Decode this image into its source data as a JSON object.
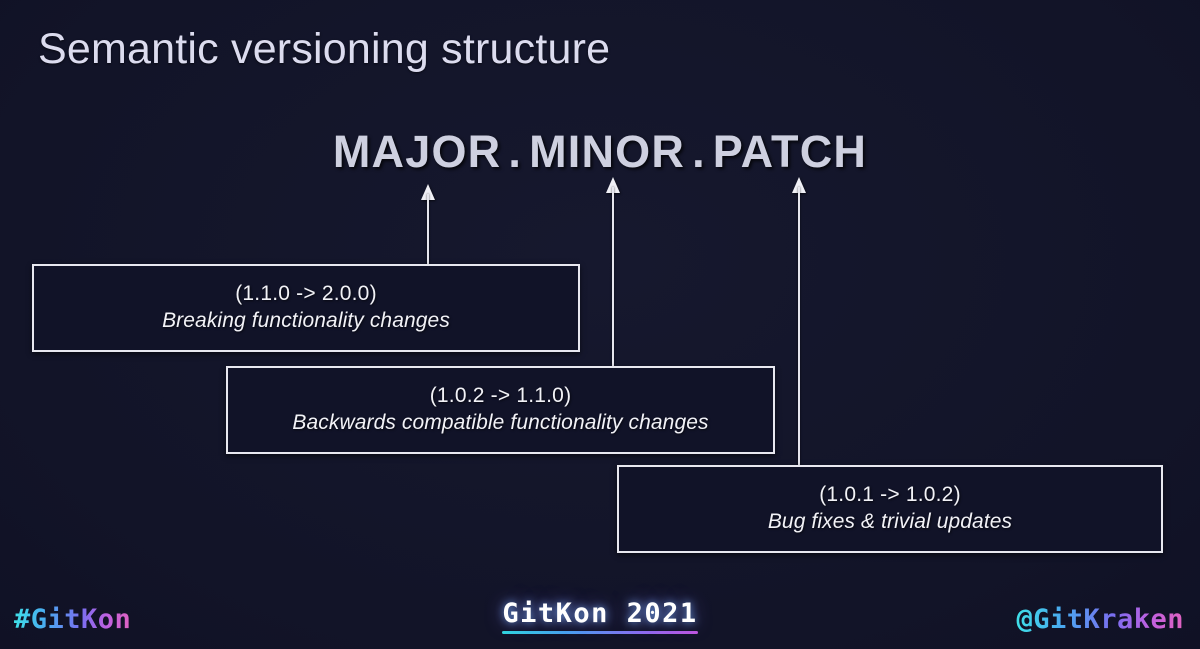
{
  "slide": {
    "background_color": "#13152a",
    "title": "Semantic versioning structure"
  },
  "headline": {
    "major": "MAJOR",
    "dot1": ".",
    "minor": "MINOR",
    "dot2": ".",
    "patch": "PATCH",
    "color": "#ced0e0"
  },
  "callouts": [
    {
      "id": "major",
      "version": "(1.1.0 -> 2.0.0)",
      "description": "Breaking functionality changes"
    },
    {
      "id": "minor",
      "version": "(1.0.2 -> 1.1.0)",
      "description": "Backwards compatible functionality changes"
    },
    {
      "id": "patch",
      "version": "(1.0.1 -> 1.0.2)",
      "description": "Bug fixes & trivial updates"
    }
  ],
  "arrows": [
    {
      "id": "arrow-major",
      "points_to": "MAJOR",
      "icon": "arrow-up-icon"
    },
    {
      "id": "arrow-minor",
      "points_to": "MINOR",
      "icon": "arrow-up-icon"
    },
    {
      "id": "arrow-patch",
      "points_to": "PATCH",
      "icon": "arrow-up-icon"
    }
  ],
  "footer": {
    "hashtag": "#GitKon",
    "brand": "GitKon 2021",
    "handle": "@GitKraken",
    "gradient_start": "#3fe0e8",
    "gradient_end": "#e062c0"
  }
}
